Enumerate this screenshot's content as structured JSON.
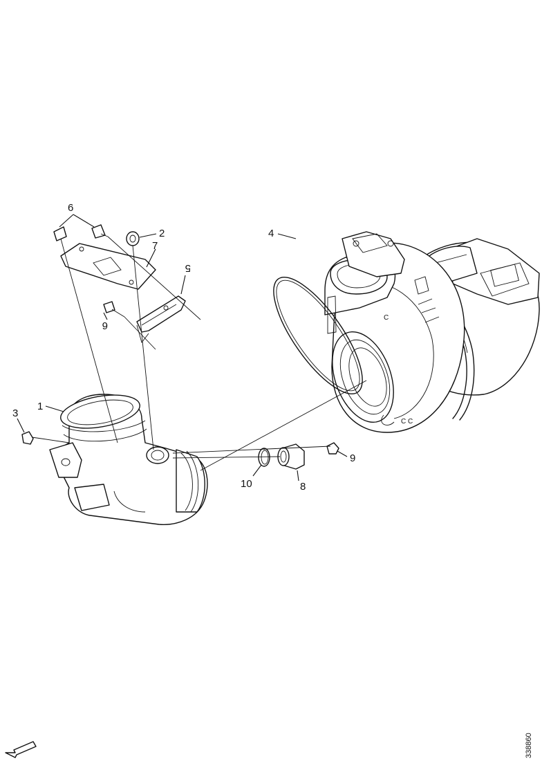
{
  "callouts": [
    {
      "id": "1",
      "label": "1"
    },
    {
      "id": "2",
      "label": "2"
    },
    {
      "id": "3",
      "label": "3"
    },
    {
      "id": "4",
      "label": "4"
    },
    {
      "id": "5",
      "label": "5"
    },
    {
      "id": "6",
      "label": "6"
    },
    {
      "id": "6b",
      "label": "6"
    },
    {
      "id": "7",
      "label": "7"
    },
    {
      "id": "8",
      "label": "8"
    },
    {
      "id": "9",
      "label": "9"
    },
    {
      "id": "10",
      "label": "10"
    }
  ],
  "reference_code": "338860",
  "direction_icon": "front-arrow-icon"
}
